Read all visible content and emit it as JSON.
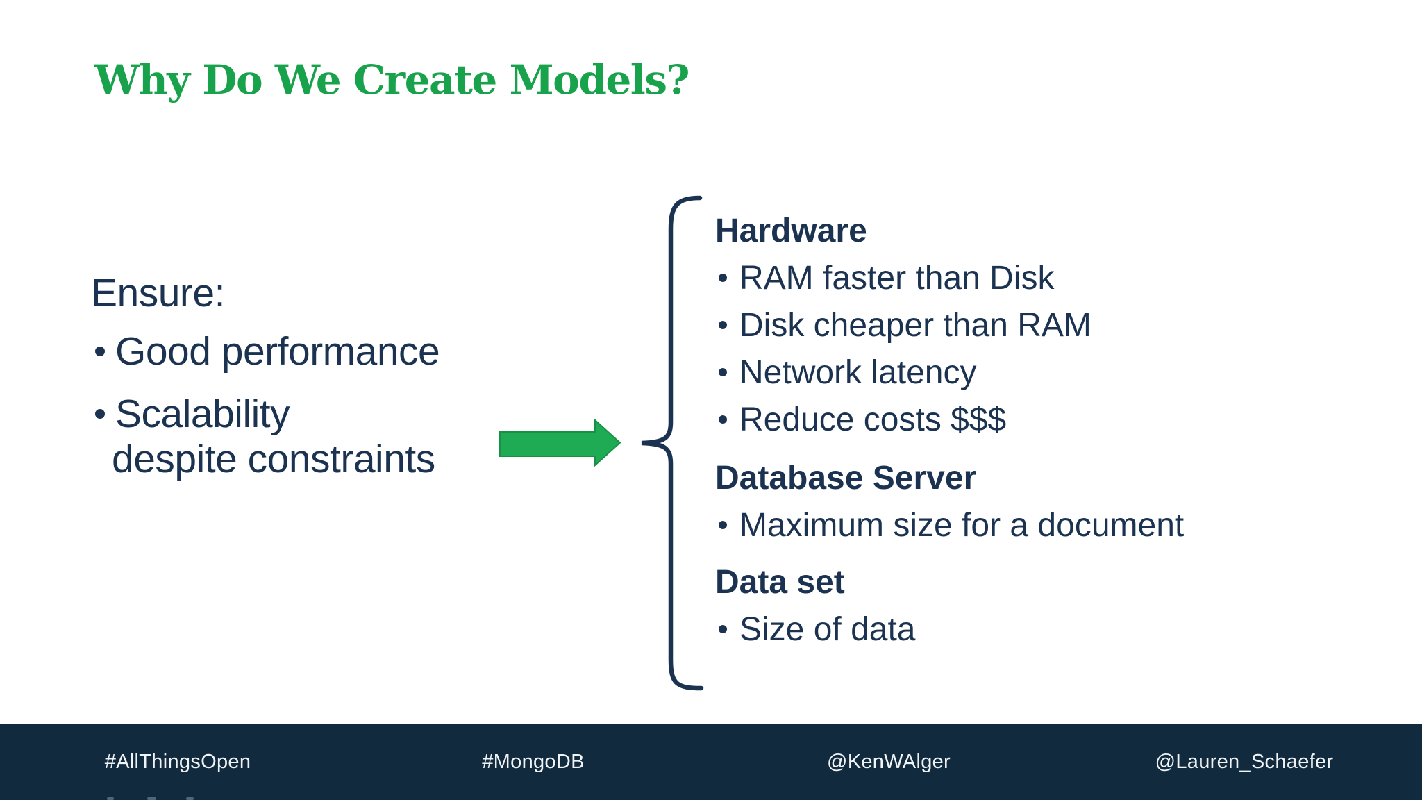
{
  "slide_title": "Why Do We Create Models?",
  "left_panel": {
    "heading": "Ensure:",
    "bullet_1": "Good performance",
    "bullet_2_line_1": "Scalability",
    "bullet_2_line_2": "despite constraints"
  },
  "right_panel": {
    "sections": [
      {
        "heading": "Hardware",
        "bullets": [
          "RAM faster than Disk",
          "Disk cheaper than RAM",
          "Network latency",
          "Reduce costs $$$"
        ]
      },
      {
        "heading": "Database Server",
        "bullets": [
          "Maximum size for a document"
        ]
      },
      {
        "heading": "Data set",
        "bullets": [
          "Size of data"
        ]
      }
    ]
  },
  "footer": {
    "hashtag_event": "#AllThingsOpen",
    "hashtag_brand": "#MongoDB",
    "handle_speaker_1": "@KenWAlger",
    "handle_speaker_2": "@Lauren_Schaefer"
  },
  "colors": {
    "title_green": "#18A24B",
    "arrow_green": "#1EAB54",
    "text_navy": "#1B3350",
    "footer_navy": "#122A3E"
  }
}
